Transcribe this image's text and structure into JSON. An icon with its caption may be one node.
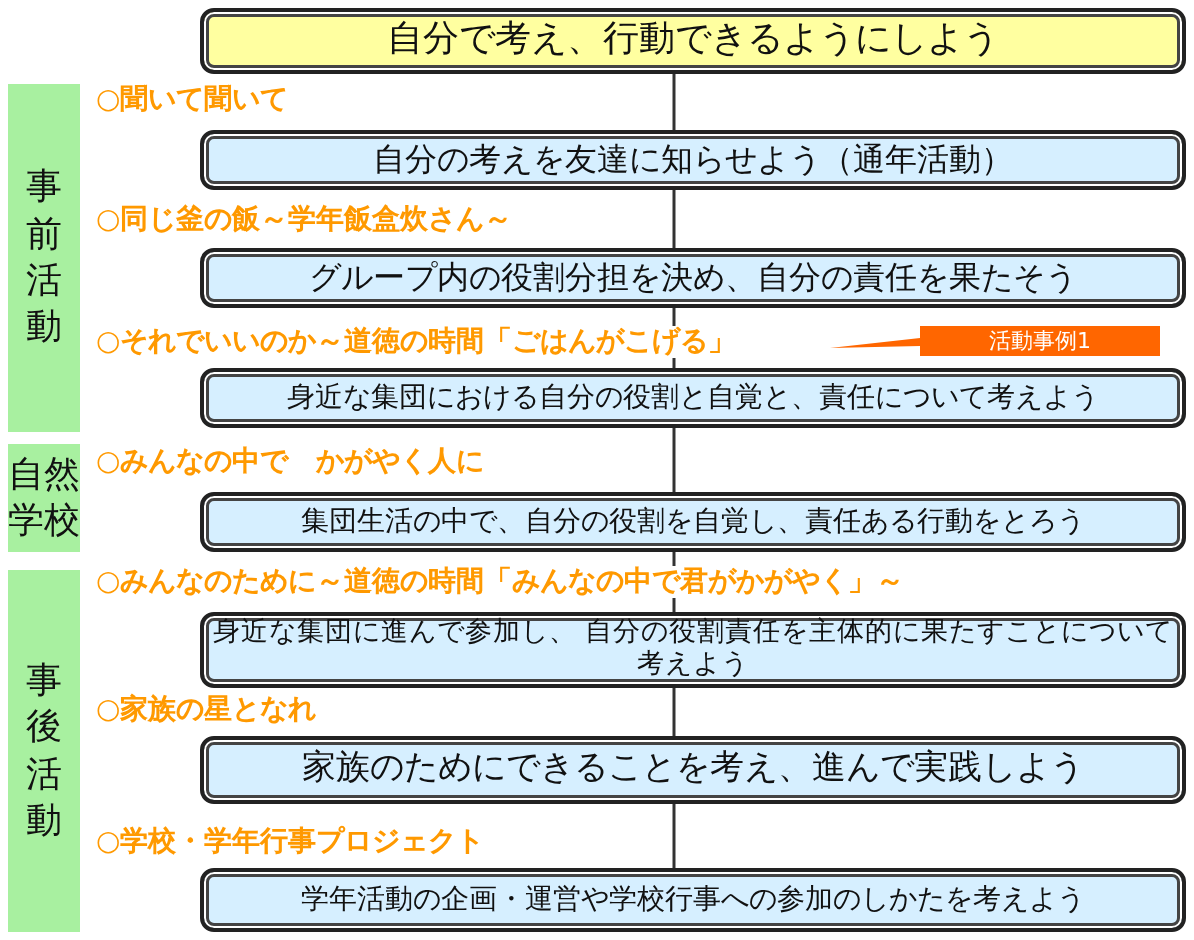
{
  "diagram": {
    "nodes": [
      {
        "text": [
          "自分で考え、行動できるようにしよう"
        ]
      },
      {
        "text": [
          "自分の考えを友達に知らせよう（通年活動）"
        ]
      },
      {
        "text": [
          "グループ内の役割分担を決め、自分の責任を果たそう"
        ]
      },
      {
        "text": [
          "身近な集団における自分の役割と自覚と、責任について考えよう"
        ]
      },
      {
        "text": [
          "集団生活の中で、自分の役割を自覚し、責任ある行動をとろう"
        ]
      },
      {
        "text": [
          "身近な集団に進んで参加し、 自分の役割責任を主体的に果たすことについて考えよう"
        ]
      },
      {
        "text": [
          "家族のためにできることを考え、進んで実践しよう"
        ]
      },
      {
        "text": [
          "学年活動の企画・運営や学校行事への参加のしかたを考えよう"
        ]
      },
      {
        "text": [
          "事前活動"
        ]
      },
      {
        "text": [
          "自然学校"
        ]
      },
      {
        "text": [
          "事後活動"
        ]
      },
      {
        "text": [
          "活動事例1"
        ]
      }
    ],
    "edges": [
      {
        "from": 0,
        "to": 1,
        "arrow": "none"
      },
      {
        "from": 1,
        "to": 2,
        "arrow": "none"
      },
      {
        "from": 2,
        "to": 3,
        "arrow": "none"
      },
      {
        "from": 3,
        "to": 4,
        "arrow": "none"
      },
      {
        "from": 4,
        "to": 5,
        "arrow": "none"
      },
      {
        "from": 5,
        "to": 6,
        "arrow": "none"
      },
      {
        "from": 6,
        "to": 7,
        "arrow": "none"
      }
    ],
    "labels": [
      "○聞いて聞いて",
      "○同じ釜の飯～学年飯盒炊さん～",
      "○それでいいのか～道徳の時間「ごはんがこげる」",
      "○みんなの中で　かがやく人に",
      "○みんなのために～道徳の時間「みんなの中で君がかがやく」～",
      "○家族の星となれ",
      "○学校・学年行事プロジェクト"
    ]
  }
}
